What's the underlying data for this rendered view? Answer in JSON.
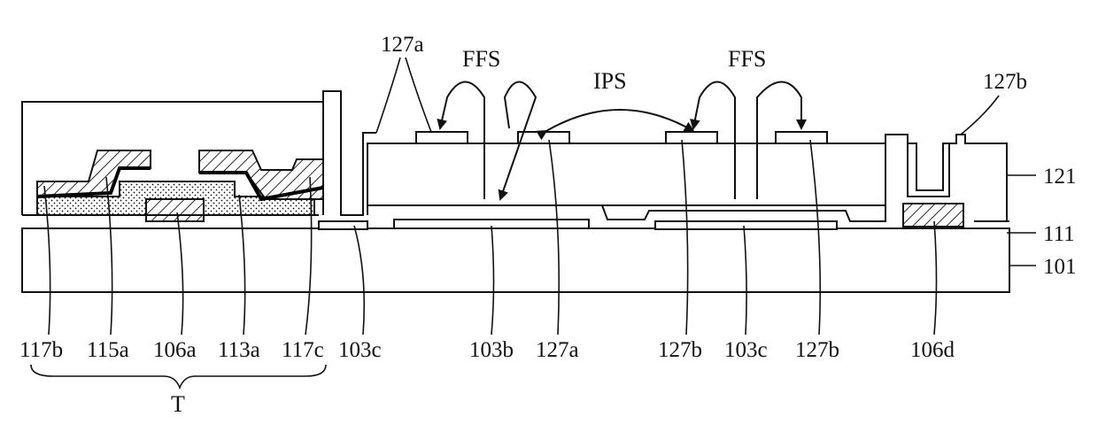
{
  "figure": {
    "top_labels": {
      "electrode_a": "127a",
      "ffs_left": "FFS",
      "ips": "IPS",
      "ffs_right": "FFS",
      "electrode_b": "127b"
    },
    "side_labels": {
      "layer_121": "121",
      "layer_111": "111",
      "layer_101": "101"
    },
    "bottom_labels": [
      "117b",
      "115a",
      "106a",
      "113a",
      "117c",
      "103c",
      "103b",
      "127a",
      "127b",
      "103c",
      "127b",
      "106d"
    ],
    "group_label": "T"
  }
}
